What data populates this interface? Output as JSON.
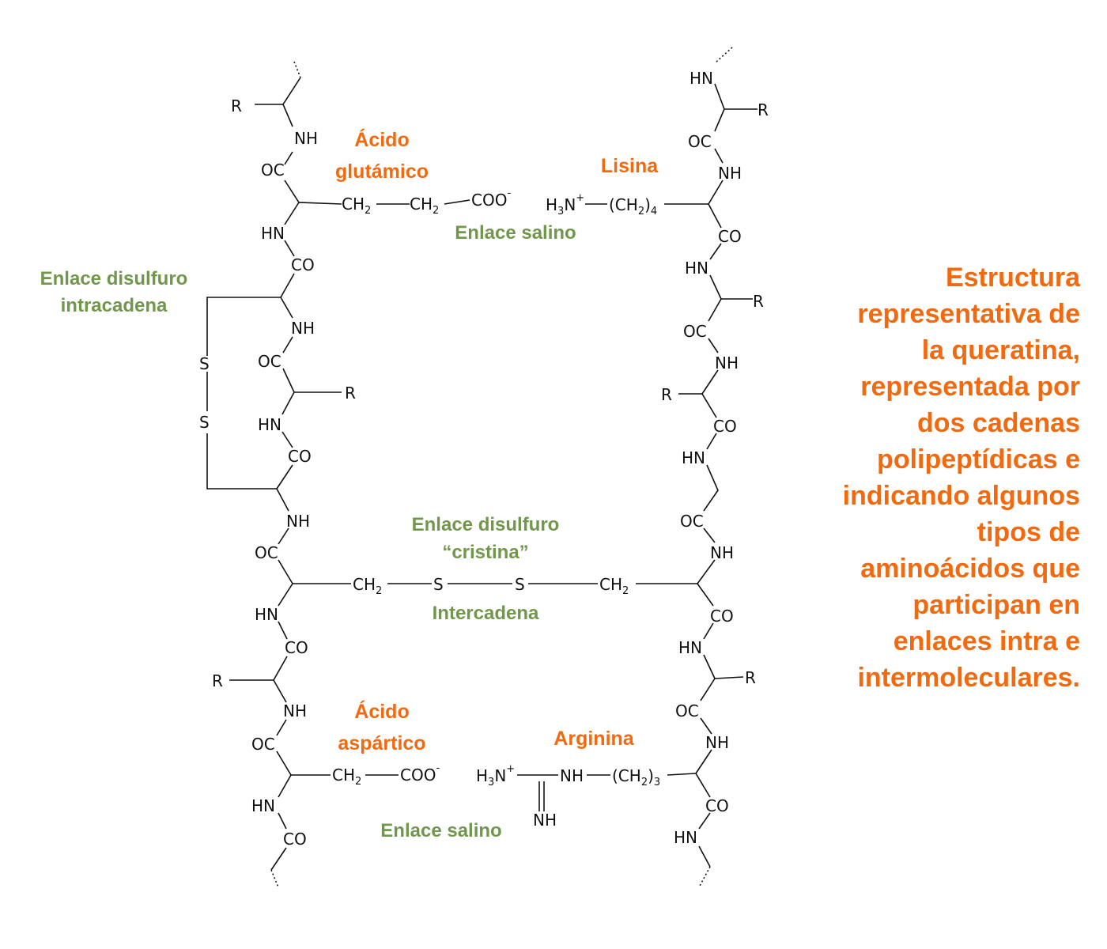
{
  "labels": {
    "acido_glutamico_1": "Ácido",
    "acido_glutamico_2": "glutámico",
    "lisina": "Lisina",
    "enlace_salino_top": "Enlace salino",
    "disulfuro_intra_1": "Enlace disulfuro",
    "disulfuro_intra_2": "intracadena",
    "disulfuro_cistina_1": "Enlace disulfuro",
    "disulfuro_cistina_2": "“cristina”",
    "intercadena": "Intercadena",
    "acido_aspartico_1": "Ácido",
    "acido_aspartico_2": "aspártico",
    "arginina": "Arginina",
    "enlace_salino_bottom": "Enlace salino"
  },
  "description": [
    "Estructura",
    "representativa de",
    "la queratina,",
    "representada por",
    "dos cadenas",
    "polipeptídicas e",
    "indicando algunos",
    "tipos de",
    "aminoácidos que",
    "participan en",
    "enlaces intra e",
    "intermoleculares."
  ],
  "chem": {
    "R": "R",
    "NH": "NH",
    "OC": "OC",
    "CO": "CO",
    "HN": "HN",
    "S": "S",
    "CH": "CH",
    "COO": "COO",
    "minus": "-",
    "plus": "+",
    "H": "H",
    "N": "N",
    "NH_arg": "NH",
    "CH2_open": "(CH",
    "close_paren": ")",
    "sub2": "2",
    "sub3": "3",
    "sub4": "4"
  },
  "colors": {
    "amino_acid_labels": "#f26a10",
    "bond_labels": "#70974a",
    "description": "#f26a10",
    "structure": "#111111"
  }
}
